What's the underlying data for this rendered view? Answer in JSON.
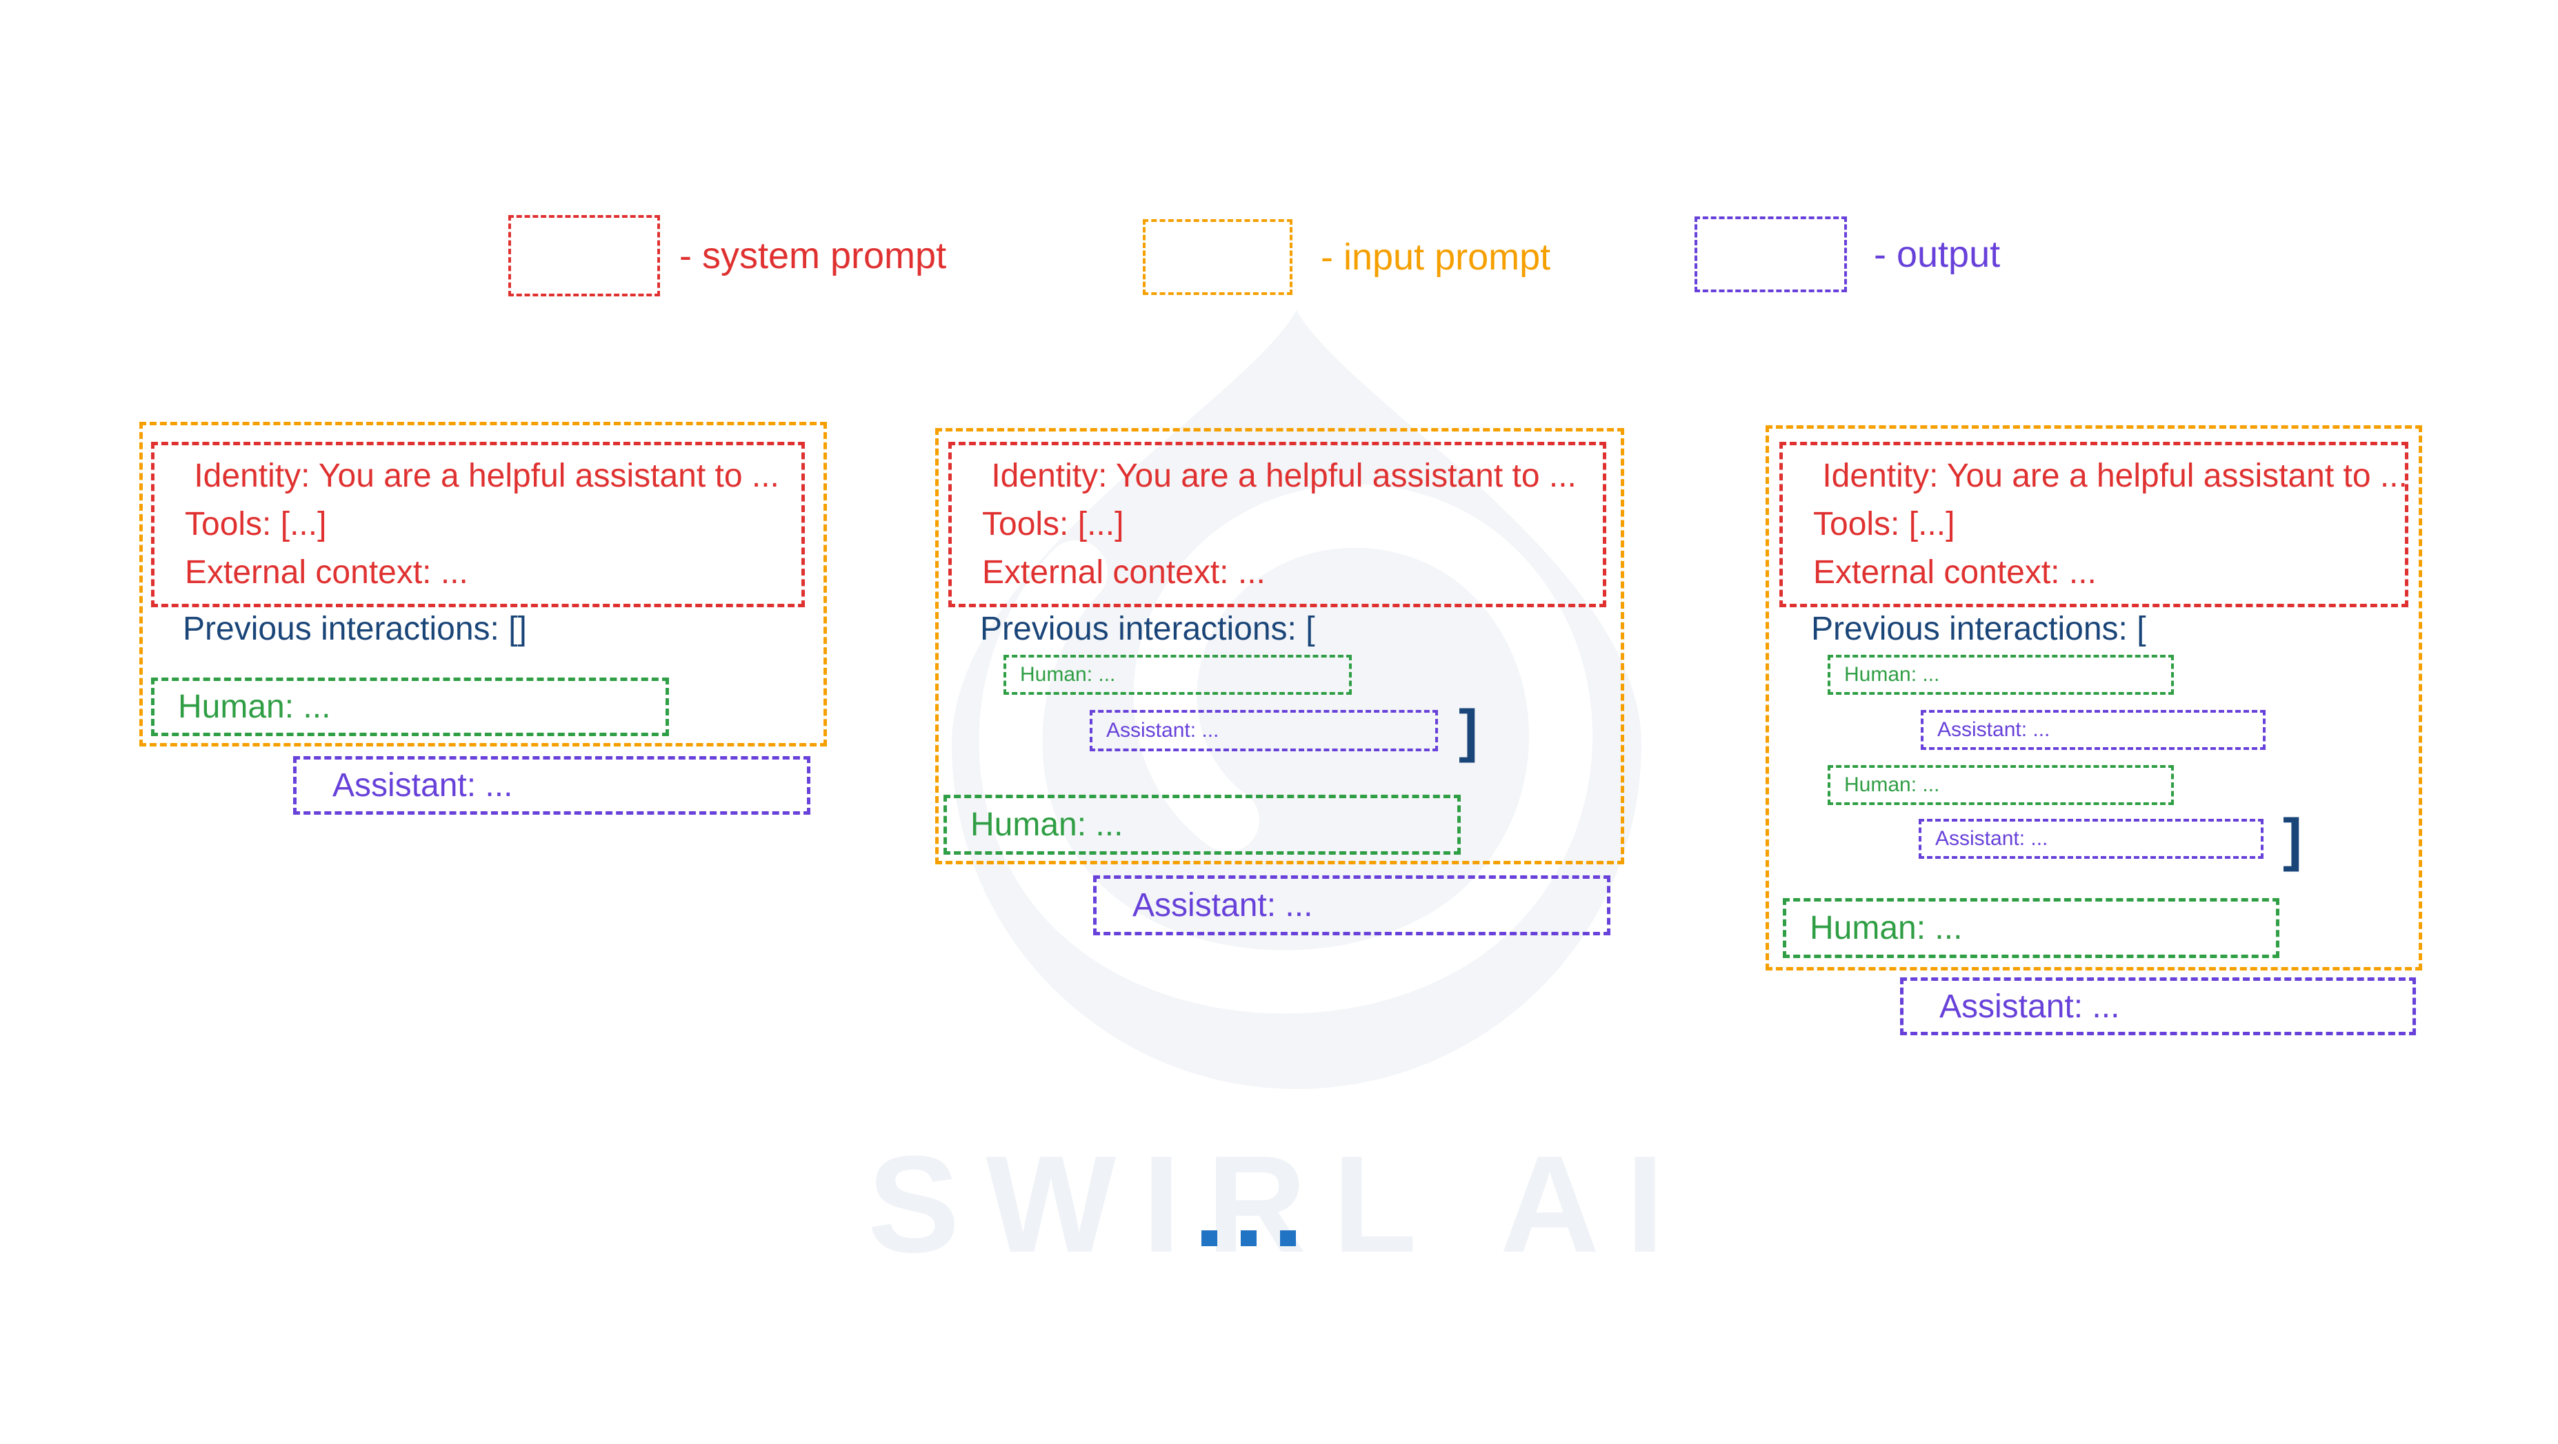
{
  "legend": {
    "items": [
      {
        "name": "system prompt",
        "label": "- system prompt"
      },
      {
        "name": "input prompt",
        "label": "- input prompt"
      },
      {
        "name": "output",
        "label": "- output"
      }
    ]
  },
  "colors": {
    "system_prompt_red": "#e03131",
    "input_prompt_orange": "#f59f00",
    "output_purple": "#6741d9",
    "human_green": "#2f9e44",
    "text_navy": "#1a4578",
    "ellipsis_blue": "#2173c4"
  },
  "system_prompt": {
    "identity_line": " Identity: You are a helpful assistant to ...",
    "tools_line": "Tools: [...]",
    "external_context_line": "External context: ..."
  },
  "messages": {
    "human": "Human: ...",
    "assistant": "Assistant: ...",
    "closing_bracket": "]"
  },
  "panels": [
    {
      "previous_interactions": "Previous interactions: []"
    },
    {
      "previous_interactions": "Previous interactions: ["
    },
    {
      "previous_interactions": "Previous interactions: ["
    }
  ],
  "ellipsis": {
    "dot_count": 3
  },
  "watermark": {
    "brand": "SWIRL AI"
  }
}
